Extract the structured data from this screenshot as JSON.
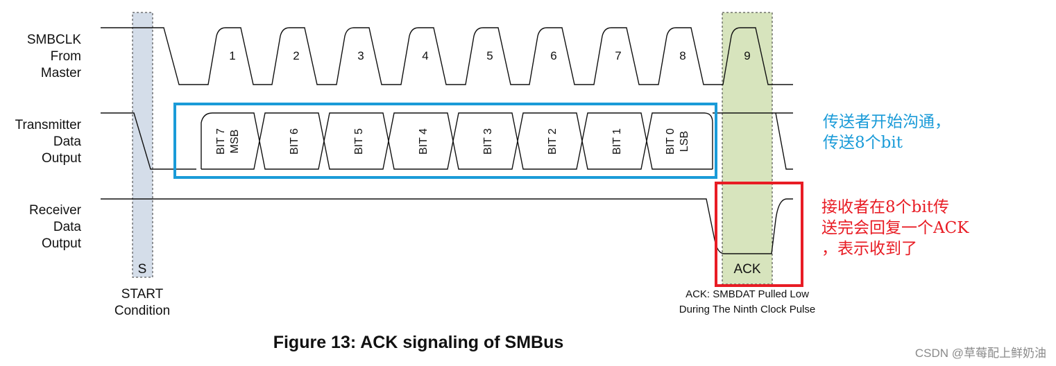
{
  "signals": {
    "smbclk": [
      "SMBCLK",
      "From",
      "Master"
    ],
    "transmitter": [
      "Transmitter",
      "Data",
      "Output"
    ],
    "receiver": [
      "Receiver",
      "Data",
      "Output"
    ]
  },
  "clock_pulses": [
    "1",
    "2",
    "3",
    "4",
    "5",
    "6",
    "7",
    "8",
    "9"
  ],
  "bits": [
    {
      "line1": "BIT 7",
      "line2": "MSB"
    },
    {
      "line1": "BIT 6",
      "line2": ""
    },
    {
      "line1": "BIT 5",
      "line2": ""
    },
    {
      "line1": "BIT 4",
      "line2": ""
    },
    {
      "line1": "BIT 3",
      "line2": ""
    },
    {
      "line1": "BIT 2",
      "line2": ""
    },
    {
      "line1": "BIT 1",
      "line2": ""
    },
    {
      "line1": "BIT 0",
      "line2": "LSB"
    }
  ],
  "start": {
    "marker": "S",
    "label": [
      "START",
      "Condition"
    ]
  },
  "ack": {
    "marker": "ACK",
    "label": [
      "ACK: SMBDAT Pulled Low",
      "During The Ninth Clock Pulse"
    ]
  },
  "caption": "Figure 13: ACK signaling of SMBus",
  "notes": {
    "blue": [
      "传送者开始沟通，",
      "传送8个bit"
    ],
    "red": [
      "接收者在8个bit传",
      "送完会回复一个ACK",
      "，表示收到了"
    ]
  },
  "watermark": "CSDN @草莓配上鲜奶油",
  "colors": {
    "start_band": "#d4dde9",
    "ack_band": "#d7e4bd",
    "blue_box": "#1a9bd8",
    "red_box": "#e81c24"
  }
}
